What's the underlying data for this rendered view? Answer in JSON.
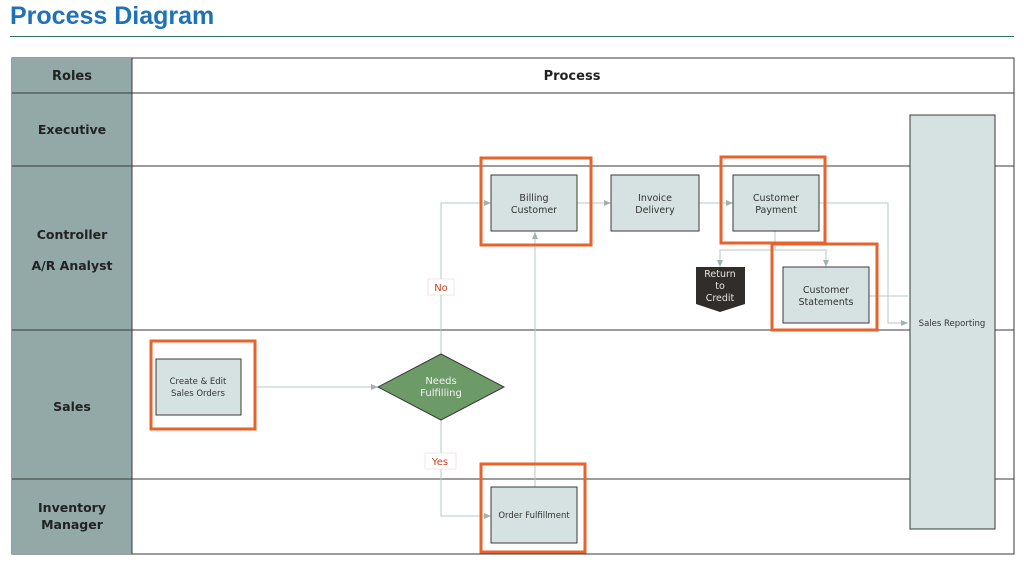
{
  "title": "Process Diagram",
  "header": {
    "roles": "Roles",
    "process": "Process"
  },
  "lanes": {
    "executive": "Executive",
    "controller": "Controller",
    "ar_analyst": "A/R Analyst",
    "sales": "Sales",
    "inventory_line1": "Inventory",
    "inventory_line2": "Manager"
  },
  "nodes": {
    "billing": [
      "Billing",
      "Customer"
    ],
    "invoice": [
      "Invoice",
      "Delivery"
    ],
    "payment": [
      "Customer",
      "Payment"
    ],
    "statements": [
      "Customer",
      "Statements"
    ],
    "return_credit": [
      "Return",
      "to",
      "Credit"
    ],
    "create_edit": [
      "Create & Edit",
      "Sales Orders"
    ],
    "needs_fulfilling": [
      "Needs",
      "Fulfilling"
    ],
    "order_fulfillment": "Order Fulfillment",
    "sales_reporting": "Sales Reporting"
  },
  "conditions": {
    "no": "No",
    "yes": "Yes"
  },
  "colors": {
    "lane_fill": "#93a9a7",
    "box_fill": "#d6e2e1",
    "highlight": "#e8622c",
    "decision": "#6d9b68",
    "flag": "#312d2a",
    "title": "#1f72b5"
  }
}
